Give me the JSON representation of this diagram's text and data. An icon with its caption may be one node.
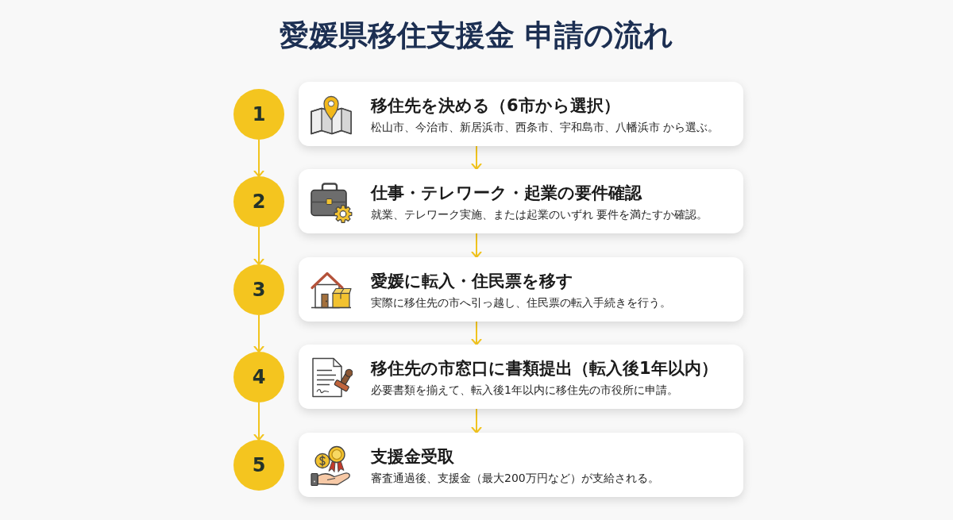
{
  "diagram": {
    "title": "愛媛県移住支援金 申請の流れ",
    "nodes": [
      {
        "text": [
          "1"
        ]
      },
      {
        "text": [
          "移住先を決める（6市から選択）",
          "松山市、今治市、新居浜市、西条市、宇和島市、八幡浜市 から選ぶ。"
        ]
      },
      {
        "text": [
          "2"
        ]
      },
      {
        "text": [
          "仕事・テレワーク・起業の要件確認",
          "就業、テレワーク実施、または起業のいずれ 要件を満たすか確認。"
        ]
      },
      {
        "text": [
          "3"
        ]
      },
      {
        "text": [
          "愛媛に転入・住民票を移す",
          "実際に移住先の市へ引っ越し、住民票の転入手続きを行う。"
        ]
      },
      {
        "text": [
          "4"
        ]
      },
      {
        "text": [
          "移住先の市窓口に書類提出（転入後1年以内）",
          "必要書類を揃えて、転入後1年以内に移住先の市役所に申請。"
        ]
      },
      {
        "text": [
          "5"
        ]
      },
      {
        "text": [
          "支援金受取",
          "審査通過後、支援金（最大200万円など）が支給される。"
        ]
      }
    ],
    "edges": [
      {
        "from": 0,
        "to": 2,
        "arrow": "to"
      },
      {
        "from": 1,
        "to": 3,
        "arrow": "to"
      },
      {
        "from": 2,
        "to": 4,
        "arrow": "to"
      },
      {
        "from": 3,
        "to": 5,
        "arrow": "to"
      },
      {
        "from": 4,
        "to": 6,
        "arrow": "to"
      },
      {
        "from": 5,
        "to": 7,
        "arrow": "to"
      },
      {
        "from": 6,
        "to": 8,
        "arrow": "to"
      },
      {
        "from": 7,
        "to": 9,
        "arrow": "to"
      }
    ]
  }
}
